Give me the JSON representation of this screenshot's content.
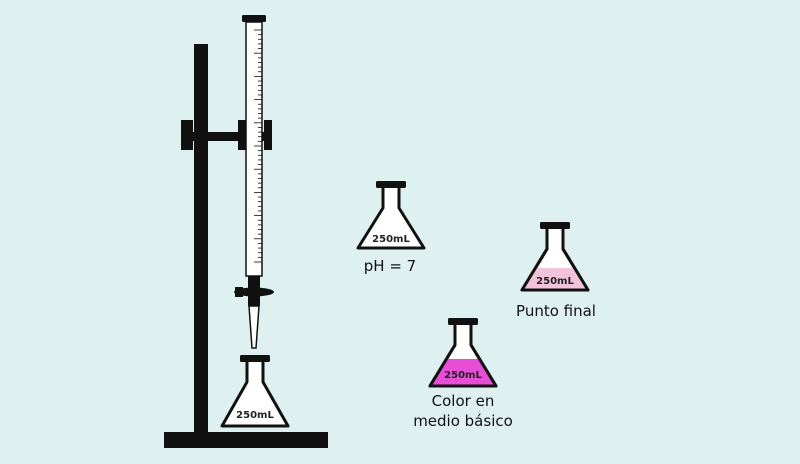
{
  "flasks": {
    "volume_label": "250mL"
  },
  "labels": {
    "neutral": "pH = 7",
    "endpoint": "Punto final",
    "basic_line1": "Color en",
    "basic_line2": "medio básico"
  },
  "colors": {
    "background": "#dff0f0",
    "stand": "#111111",
    "endpoint_pink": "#f3c2dc",
    "basic_magenta": "#e64ed6",
    "glass": "#ffffff"
  }
}
